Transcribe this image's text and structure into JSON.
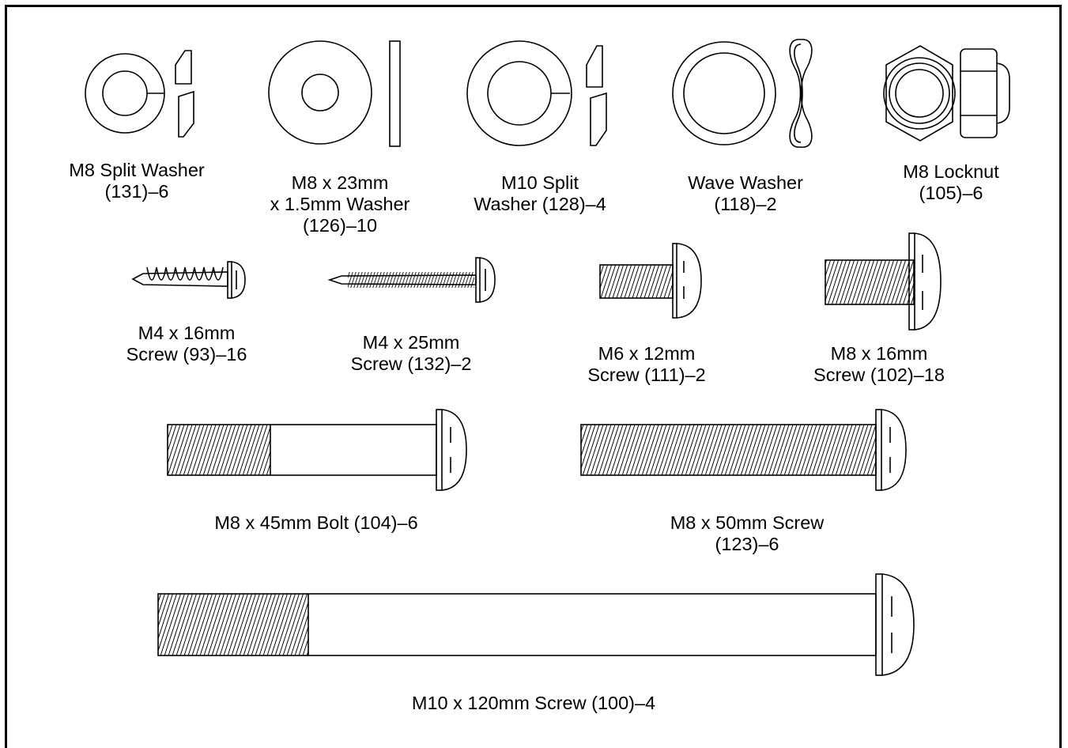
{
  "parts": [
    {
      "lines": [
        "M8 Split Washer",
        "(131)–6"
      ]
    },
    {
      "lines": [
        "M8 x 23mm",
        "x 1.5mm Washer",
        "(126)–10"
      ]
    },
    {
      "lines": [
        "M10 Split",
        "Washer (128)–4"
      ]
    },
    {
      "lines": [
        "Wave Washer",
        "(118)–2"
      ]
    },
    {
      "lines": [
        "M8 Locknut",
        "(105)–6"
      ]
    },
    {
      "lines": [
        "M4 x 16mm",
        "Screw (93)–16"
      ]
    },
    {
      "lines": [
        "M4 x 25mm",
        "Screw (132)–2"
      ]
    },
    {
      "lines": [
        "M6 x 12mm",
        "Screw (111)–2"
      ]
    },
    {
      "lines": [
        "M8 x 16mm",
        "Screw (102)–18"
      ]
    },
    {
      "lines": [
        "M8 x 45mm Bolt (104)–6"
      ]
    },
    {
      "lines": [
        "M8 x 50mm Screw",
        "(123)–6"
      ]
    },
    {
      "lines": [
        "M10 x 120mm Screw (100)–4"
      ]
    }
  ]
}
